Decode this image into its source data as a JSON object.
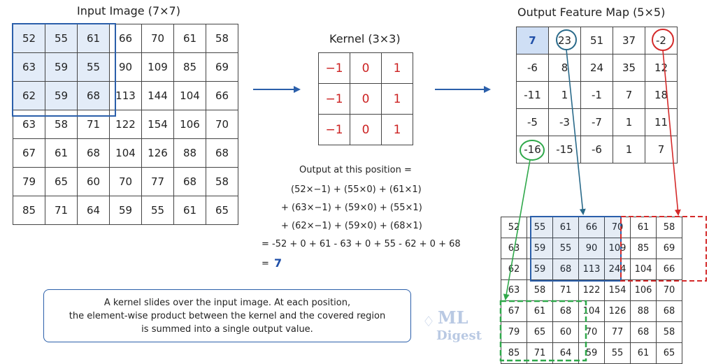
{
  "input": {
    "title": "Input Image (7×7)",
    "rows": [
      [
        52,
        55,
        61,
        66,
        70,
        61,
        58
      ],
      [
        63,
        59,
        55,
        90,
        109,
        85,
        69
      ],
      [
        62,
        59,
        68,
        113,
        144,
        104,
        66
      ],
      [
        63,
        58,
        71,
        122,
        154,
        106,
        70
      ],
      [
        67,
        61,
        68,
        104,
        126,
        88,
        68
      ],
      [
        79,
        65,
        60,
        70,
        77,
        68,
        58
      ],
      [
        85,
        71,
        64,
        59,
        55,
        61,
        65
      ]
    ]
  },
  "kernel": {
    "title": "Kernel (3×3)",
    "rows": [
      [
        "−1",
        "0",
        "1"
      ],
      [
        "−1",
        "0",
        "1"
      ],
      [
        "−1",
        "0",
        "1"
      ]
    ]
  },
  "output": {
    "title": "Output Feature Map (5×5)",
    "rows": [
      [
        7,
        23,
        51,
        37,
        -2
      ],
      [
        -6,
        8,
        24,
        35,
        12
      ],
      [
        -11,
        1,
        -1,
        7,
        18
      ],
      [
        -5,
        -3,
        -7,
        1,
        11
      ],
      [
        -16,
        -15,
        -6,
        1,
        7
      ]
    ]
  },
  "region": {
    "rows": [
      [
        52,
        55,
        61,
        66,
        70,
        61,
        58
      ],
      [
        63,
        59,
        55,
        90,
        109,
        85,
        69
      ],
      [
        62,
        59,
        68,
        113,
        244,
        104,
        66
      ],
      [
        63,
        58,
        71,
        122,
        154,
        106,
        70
      ],
      [
        67,
        61,
        68,
        104,
        126,
        88,
        68
      ],
      [
        79,
        65,
        60,
        70,
        77,
        68,
        58
      ],
      [
        85,
        71,
        64,
        59,
        55,
        61,
        65
      ]
    ]
  },
  "calculation": {
    "heading": "Output at this position =",
    "line1": "(52×−1) + (55×0) + (61×1)",
    "line2": "+ (63×−1) + (59×0) + (55×1)",
    "line3": "+ (62×−1) + (59×0) + (68×1)",
    "sum": "=  -52 + 0 + 61 - 63 + 0 + 55 - 62 + 0 + 68",
    "result_eq": "=",
    "result": "7"
  },
  "description": {
    "line1": "A kernel slides over the input image. At each position,",
    "line2": "the element-wise product between the kernel and the covered region",
    "line3": "is summed into a single output value."
  },
  "logo": {
    "line1": "ML",
    "line2": "Digest"
  },
  "colors": {
    "blue": "#2b5faa",
    "red": "#d42a2a",
    "green": "#2fa84a",
    "teal": "#2a6a8a",
    "kernel_text": "#cc2222"
  }
}
